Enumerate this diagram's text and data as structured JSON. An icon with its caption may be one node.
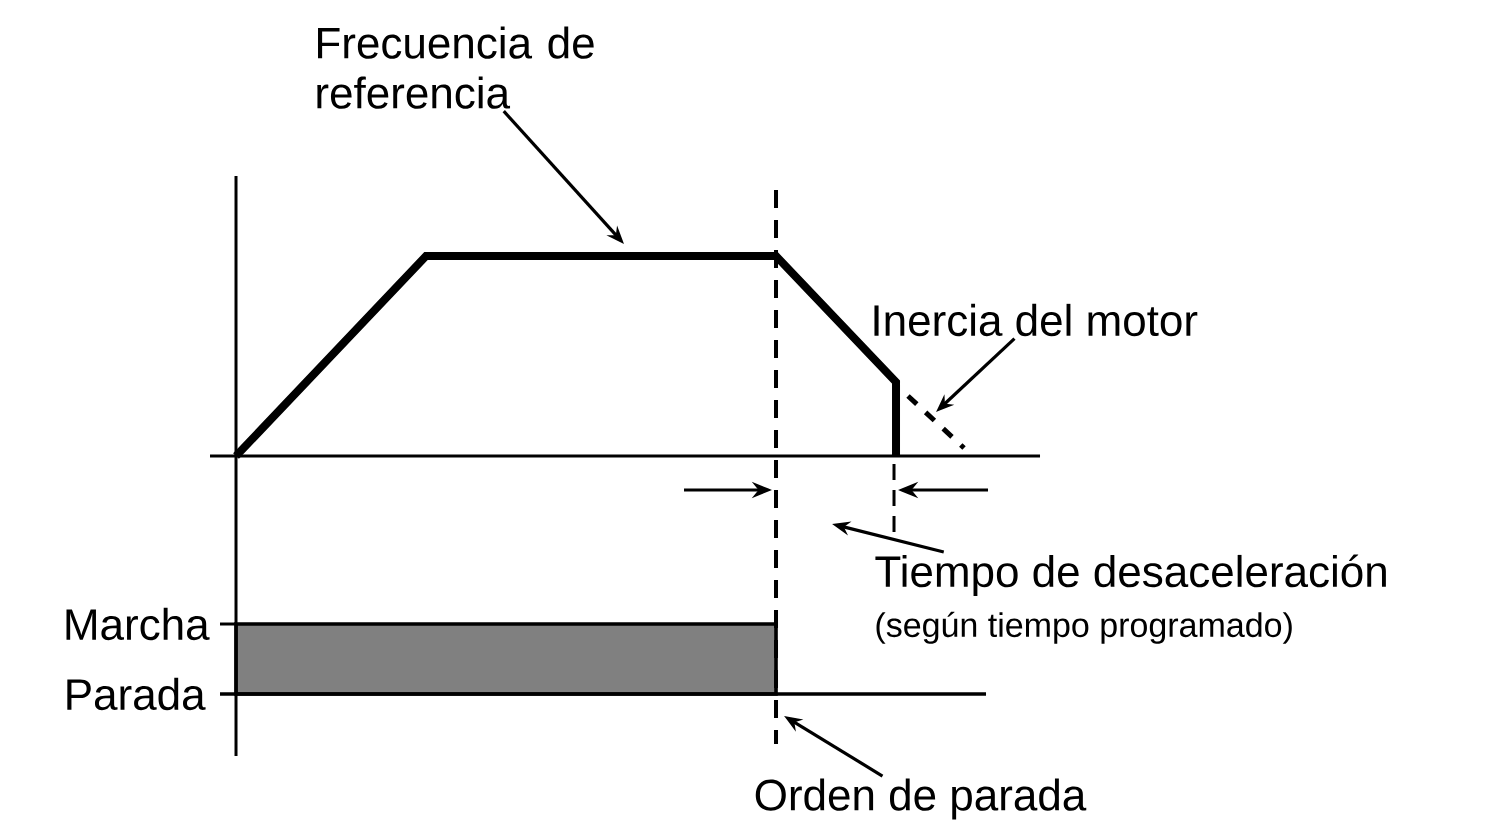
{
  "diagram": {
    "nodes": [
      {
        "text": [
          "Frecuencia de referencia"
        ]
      },
      {
        "text": [
          "Inercia del motor"
        ]
      },
      {
        "text": [
          "Tiempo de desaceleración",
          "(según tiempo programado)"
        ]
      },
      {
        "text": [
          "Orden de parada"
        ]
      }
    ],
    "edges": [
      {
        "from": 0,
        "to": null,
        "arrow": "to"
      },
      {
        "from": 1,
        "to": null,
        "arrow": "to"
      },
      {
        "from": 2,
        "to": null,
        "arrow": "to"
      },
      {
        "from": 3,
        "to": null,
        "arrow": "to"
      }
    ],
    "labels": [
      "Marcha",
      "Parada"
    ]
  }
}
